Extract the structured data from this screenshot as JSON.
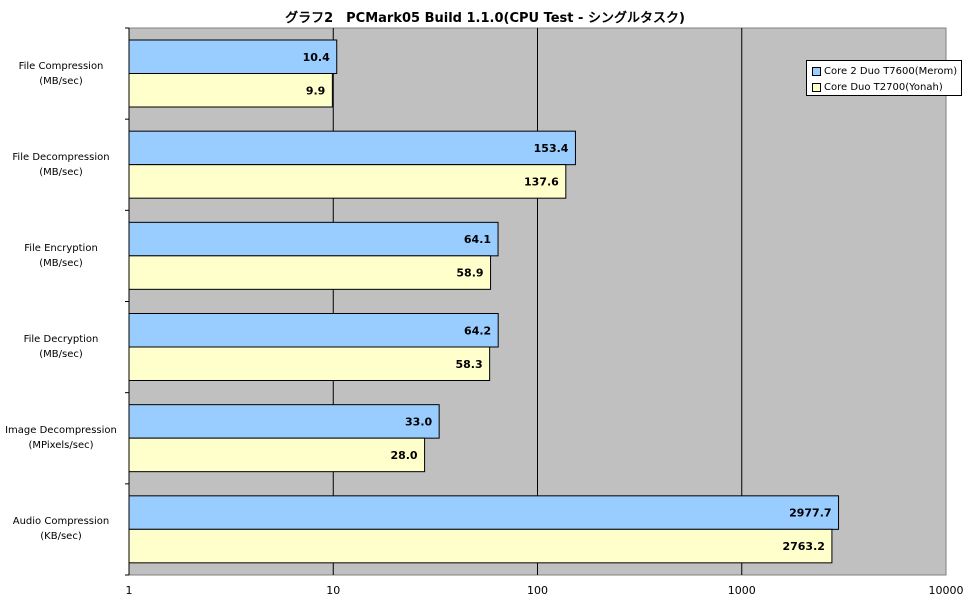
{
  "chart_data": {
    "type": "bar",
    "orientation": "horizontal",
    "title": "グラフ2　PCMark05 Build 1.1.0(CPU Test - シングルタスク)",
    "categories": [
      [
        "File Compression",
        "(MB/sec)"
      ],
      [
        "File Decompression",
        "(MB/sec)"
      ],
      [
        "File Encryption",
        "(MB/sec)"
      ],
      [
        "File Decryption",
        "(MB/sec)"
      ],
      [
        "Image Decompression",
        "(MPixels/sec)"
      ],
      [
        "Audio Compression",
        "(KB/sec)"
      ]
    ],
    "series": [
      {
        "name": "Core 2 Duo T7600(Merom)",
        "color": "#99ccff",
        "values": [
          10.4,
          153.4,
          64.1,
          64.2,
          33.0,
          2977.7
        ],
        "labels": [
          "10.4",
          "153.4",
          "64.1",
          "64.2",
          "33.0",
          "2977.7"
        ]
      },
      {
        "name": "Core Duo T2700(Yonah)",
        "color": "#ffffcc",
        "values": [
          9.9,
          137.6,
          58.9,
          58.3,
          28.0,
          2763.2
        ],
        "labels": [
          "9.9",
          "137.6",
          "58.9",
          "58.3",
          "28.0",
          "2763.2"
        ]
      }
    ],
    "x_scale": "log",
    "xlim": [
      1,
      10000
    ],
    "xticks": [
      1,
      10,
      100,
      1000,
      10000
    ],
    "xtick_labels": [
      "1",
      "10",
      "100",
      "1000",
      "10000"
    ],
    "grid": true,
    "plot_background": "#c0c0c0",
    "legend_position": "top-right"
  }
}
